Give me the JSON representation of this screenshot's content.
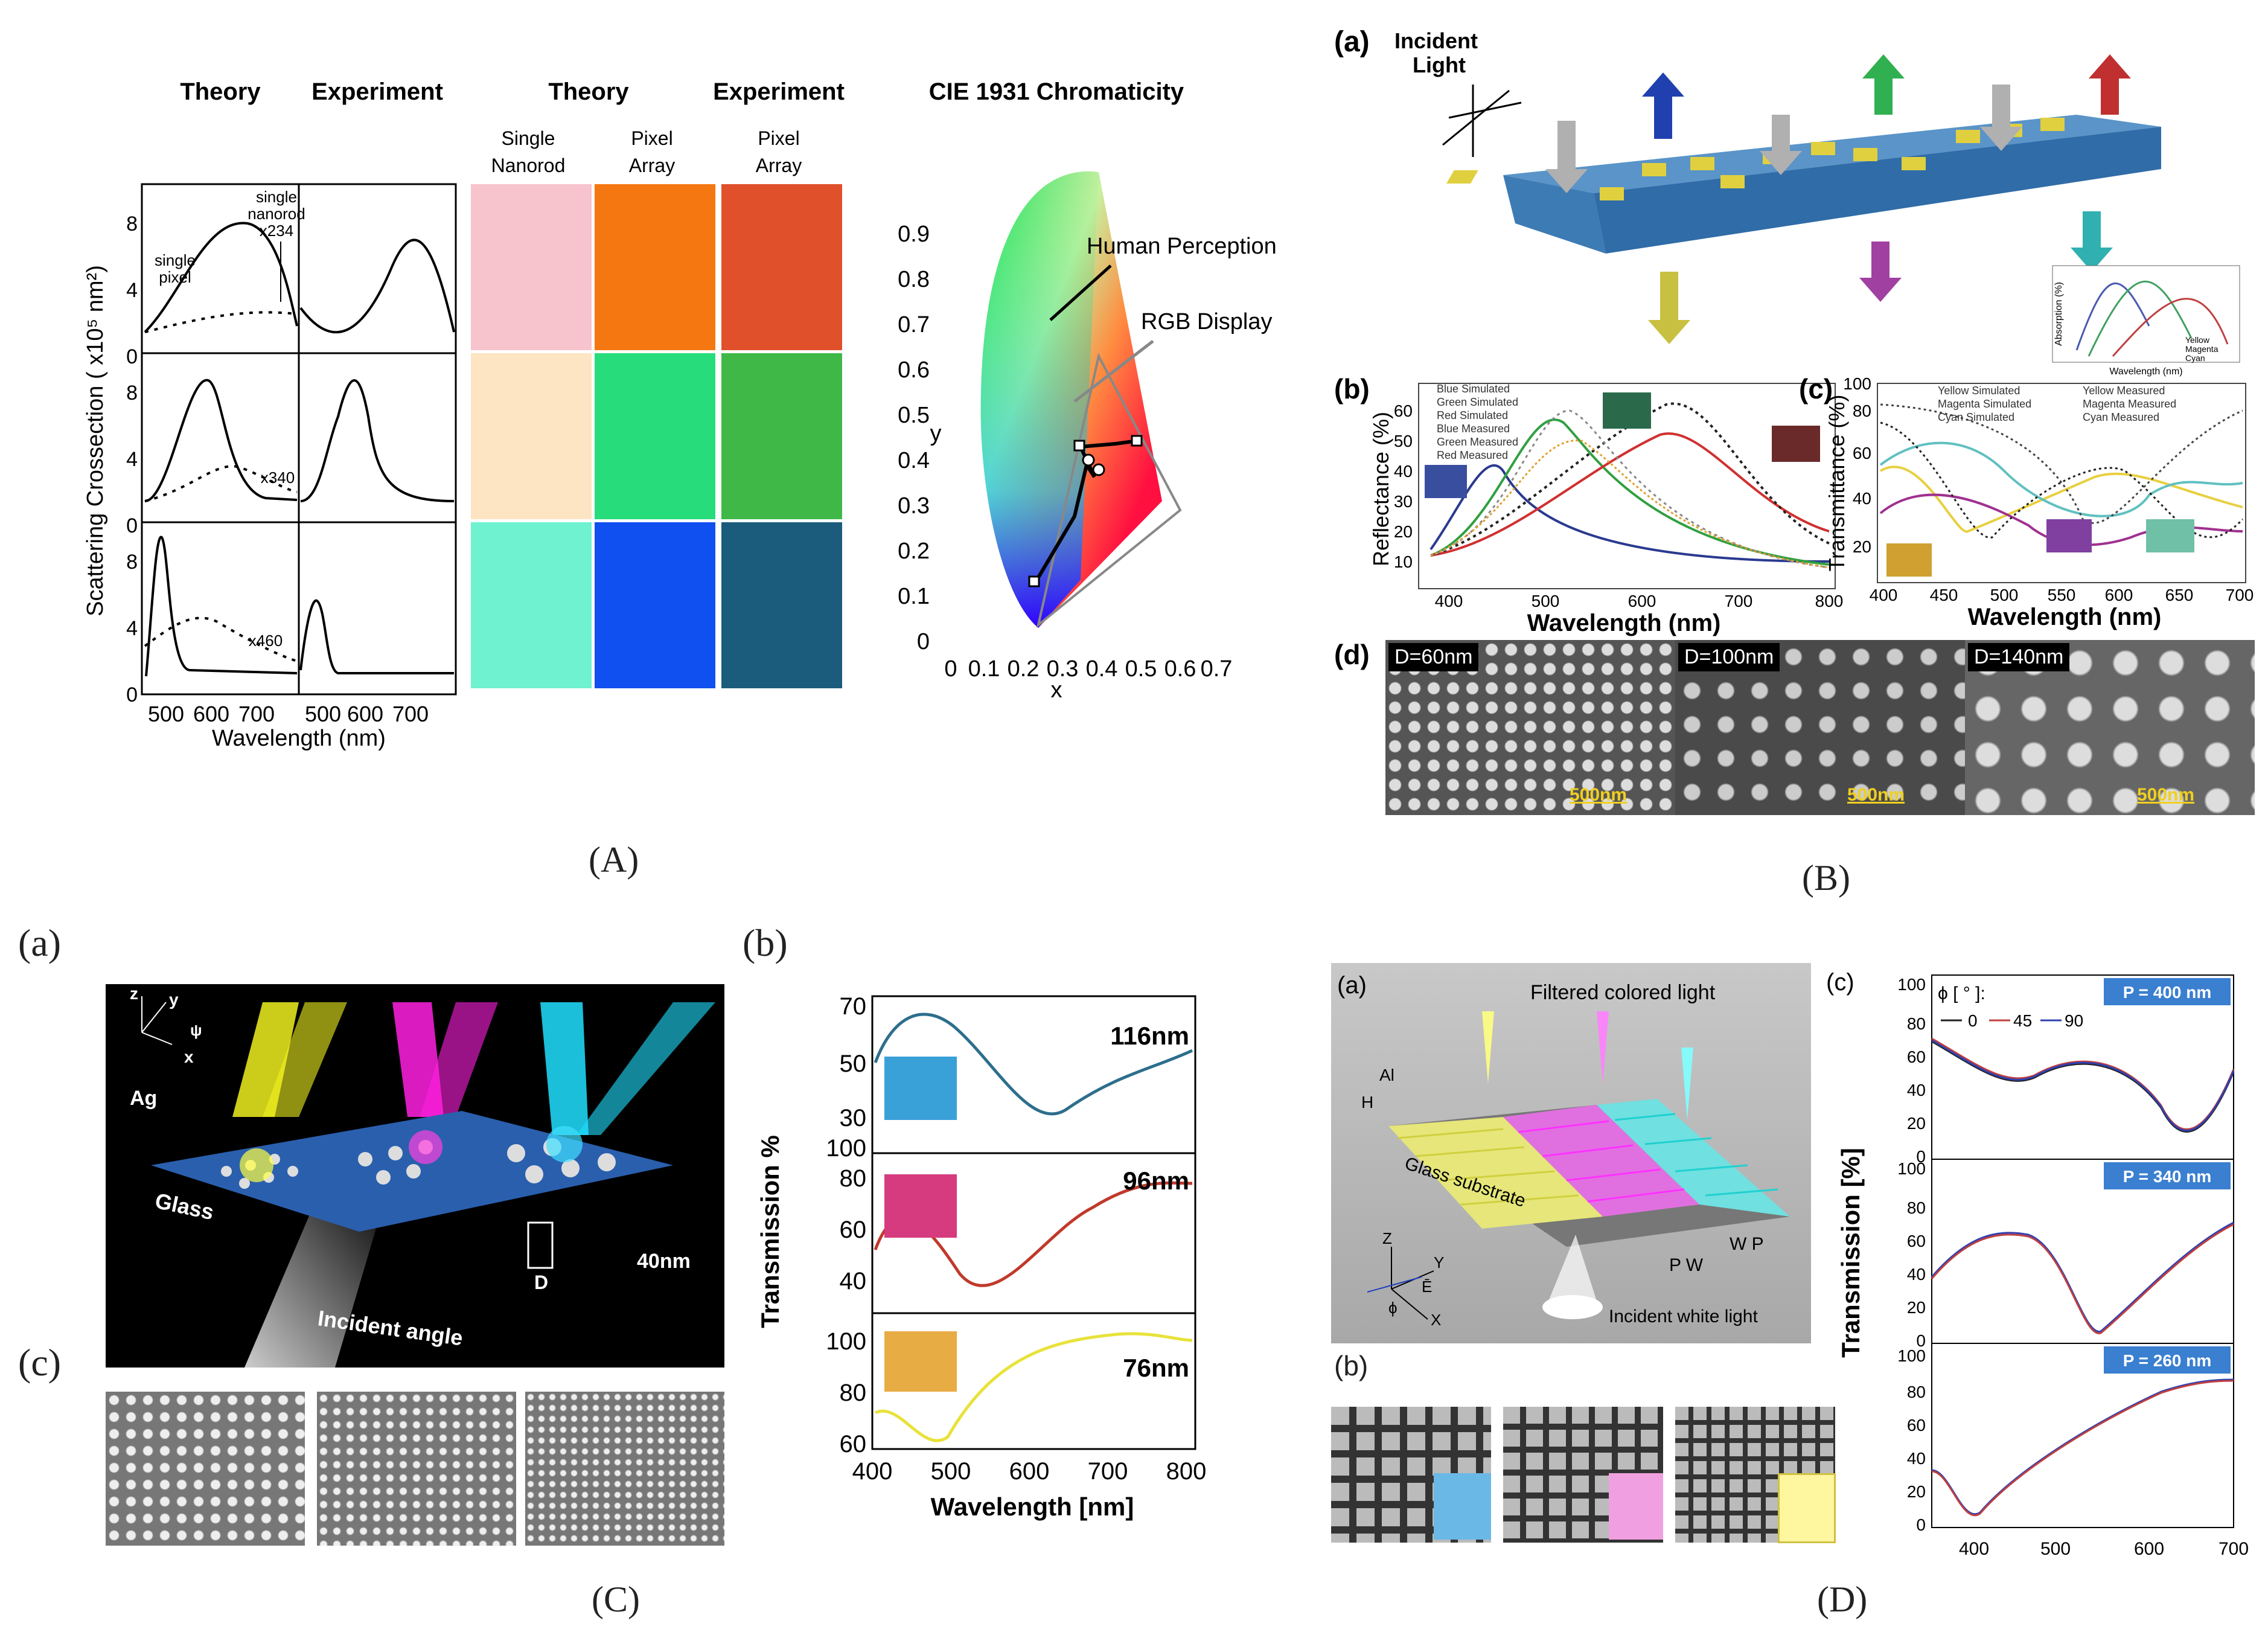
{
  "captions": {
    "A": "(A)",
    "B": "(B)",
    "C": "(C)",
    "D": "(D)"
  },
  "panelA": {
    "col_headers": [
      "Theory",
      "Experiment",
      "Theory",
      "Experiment",
      "CIE 1931 Chromaticity"
    ],
    "sub_headers": [
      "Single\nNanorod",
      "Pixel\nArray",
      "Pixel\nArray"
    ],
    "ylabel": "Scattering Crossection ( x10⁵ nm²)",
    "xlabel": "Wavelength (nm)",
    "xticks": [
      "500",
      "600",
      "700",
      "500",
      "600",
      "700"
    ],
    "yticks": [
      "0",
      "4",
      "8"
    ],
    "annotations": [
      "single\npixel",
      "single\nnanorod\nx234",
      "x340",
      "x460"
    ],
    "swatches": [
      [
        "#f7c3cc",
        "#f57711",
        "#e0502a"
      ],
      [
        "#fde4c2",
        "#27dc7a",
        "#3fb848"
      ],
      [
        "#6ff2cf",
        "#1050f0",
        "#1b5c7c"
      ]
    ],
    "cie": {
      "xlabel": "x",
      "ylabel": "y",
      "xticks": [
        "0",
        "0.1",
        "0.2",
        "0.3",
        "0.4",
        "0.5",
        "0.6",
        "0.7"
      ],
      "yticks": [
        "0",
        "0.1",
        "0.2",
        "0.3",
        "0.4",
        "0.5",
        "0.6",
        "0.7",
        "0.8",
        "0.9"
      ],
      "human_label": "Human Perception",
      "rgb_label": "RGB Display"
    }
  },
  "panelB": {
    "label_a": "(a)",
    "incident": "Incident\nLight",
    "label_b": "(b)",
    "label_c": "(c)",
    "label_d": "(d)",
    "b_chart": {
      "type": "line",
      "ylabel": "Reflectance (%)",
      "xlabel": "Wavelength (nm)",
      "xticks": [
        "400",
        "500",
        "600",
        "700",
        "800"
      ],
      "yticks": [
        "10",
        "20",
        "30",
        "40",
        "50",
        "60"
      ],
      "legend": [
        "Blue Simulated",
        "Green Simulated",
        "Red Simulated",
        "Blue Measured",
        "Green Measured",
        "Red Measured"
      ]
    },
    "c_chart": {
      "type": "line",
      "ylabel": "Transmittance (%)",
      "xlabel": "Wavelength (nm)",
      "xticks": [
        "400",
        "450",
        "500",
        "550",
        "600",
        "650",
        "700"
      ],
      "yticks": [
        "20",
        "40",
        "60",
        "80",
        "100"
      ],
      "legend": [
        "Yellow Simulated",
        "Magenta Simulated",
        "Cyan Simulated",
        "Yellow Measured",
        "Magenta Measured",
        "Cyan Measured"
      ]
    },
    "inset": {
      "ylabel": "Absorption (%)",
      "xlabel": "Wavelength (nm)",
      "legend": [
        "Yellow",
        "Magenta",
        "Cyan"
      ]
    },
    "sem_labels": [
      "D=60nm",
      "D=100nm",
      "D=140nm"
    ],
    "scale": "500nm"
  },
  "panelC": {
    "label_a": "(a)",
    "label_b": "(b)",
    "label_c": "(c)",
    "labels": {
      "ag": "Ag",
      "glass": "Glass",
      "incident": "Incident angle",
      "d": "D",
      "h": "40nm"
    },
    "chart": {
      "type": "line",
      "ylabel": "Transmission %",
      "xlabel": "Wavelength [nm]",
      "xticks": [
        "400",
        "500",
        "600",
        "700",
        "800"
      ],
      "sub": [
        {
          "name": "116nm",
          "yticks": [
            "30",
            "50",
            "70"
          ],
          "color": "#2d6e8c",
          "swatch": "#3aa0d8"
        },
        {
          "name": "96nm",
          "yticks": [
            "40",
            "60",
            "80",
            "100"
          ],
          "color": "#c0392b",
          "swatch": "#d63a7f"
        },
        {
          "name": "76nm",
          "yticks": [
            "60",
            "80",
            "100"
          ],
          "color": "#e8e23a",
          "swatch": "#e8ac45"
        }
      ]
    }
  },
  "panelD": {
    "label_a": "(a)",
    "label_b": "(b)",
    "label_c": "(c)",
    "labels": {
      "filtered": "Filtered colored light",
      "al": "Al",
      "h": "H",
      "glass": "Glass substrate",
      "incident": "Incident white light",
      "pw": "P W",
      "wp": "W P"
    },
    "chart": {
      "type": "line",
      "ylabel": "Transmission [%]",
      "xticks": [
        "400",
        "500",
        "600",
        "700"
      ],
      "yticks": [
        "0",
        "20",
        "40",
        "60",
        "80",
        "100"
      ],
      "legend_title": "ϕ [ ° ]:",
      "legend": [
        "0",
        "45",
        "90"
      ],
      "periods": [
        "P = 400 nm",
        "P = 340 nm",
        "P = 260 nm"
      ]
    }
  }
}
